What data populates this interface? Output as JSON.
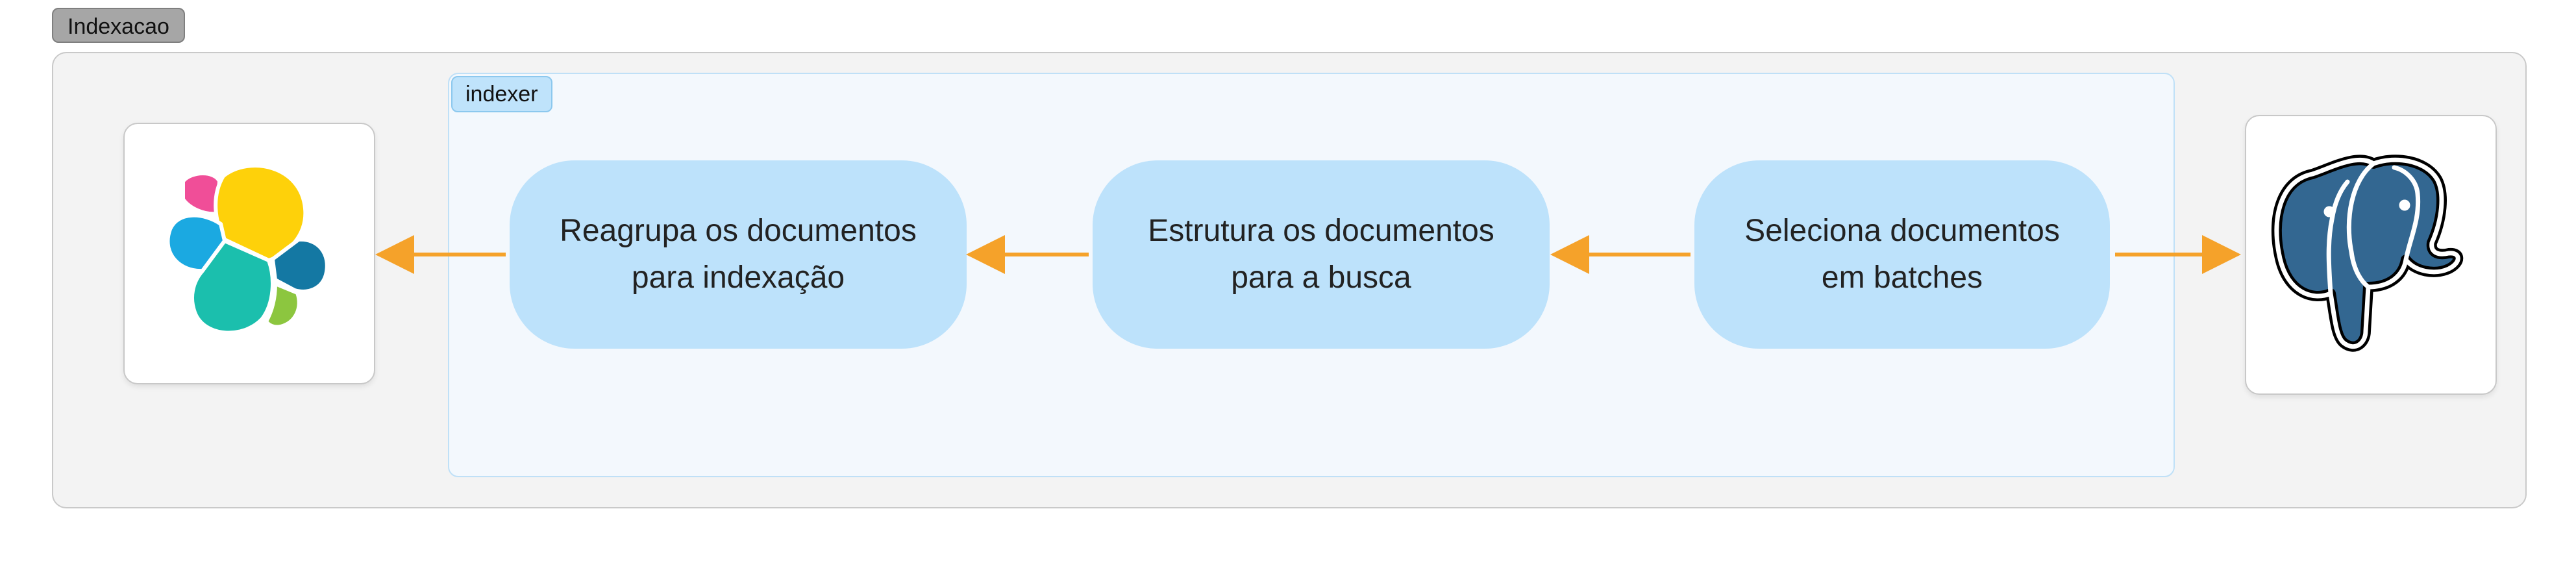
{
  "group": {
    "label": "Indexacao"
  },
  "subgroup": {
    "label": "indexer"
  },
  "steps": [
    {
      "line1": "Reagrupa os documentos",
      "line2": "para indexação"
    },
    {
      "line1": "Estrutura os documentos",
      "line2": "para a busca"
    },
    {
      "line1": "Seleciona documentos",
      "line2": "em batches"
    }
  ],
  "nodes": {
    "left_icon": "elasticsearch-logo-icon",
    "right_icon": "postgresql-elephant-icon"
  },
  "colors": {
    "arrow": "#f5a22a",
    "step_fill": "#bde2fb",
    "postgres_blue": "#336791"
  }
}
